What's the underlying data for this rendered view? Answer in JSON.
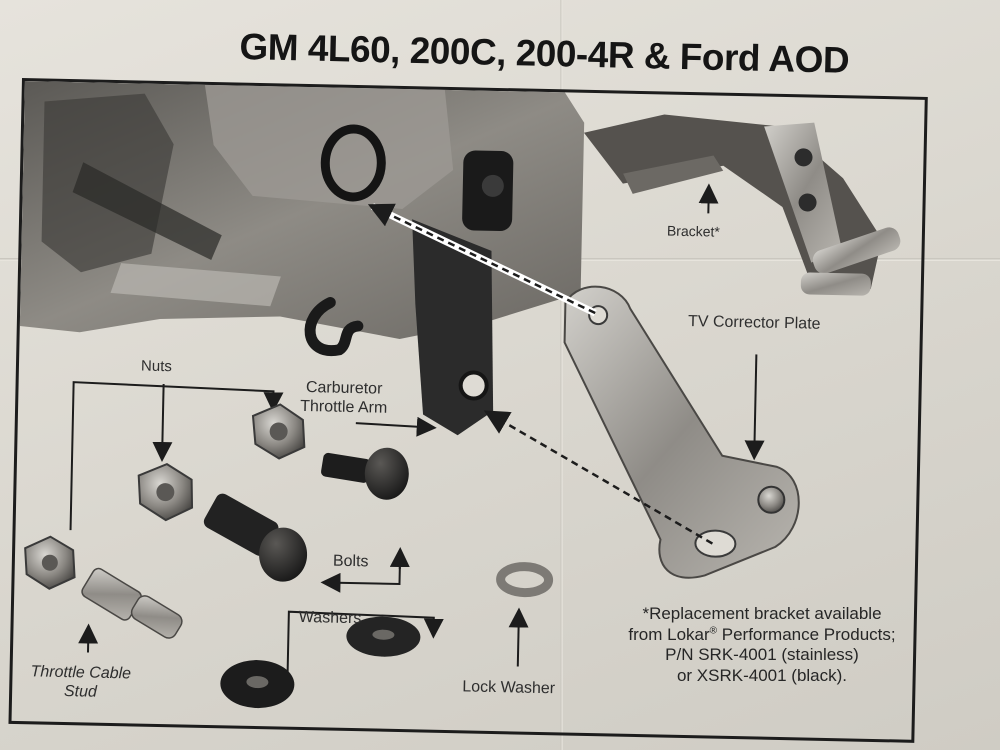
{
  "title": "GM 4L60, 200C, 200-4R & Ford AOD",
  "labels": {
    "bracket": "Bracket*",
    "tv_corrector_plate": "TV Corrector Plate",
    "nuts": "Nuts",
    "carburetor_line1": "Carburetor",
    "carburetor_line2": "Throttle Arm",
    "bolts": "Bolts",
    "washers": "Washers",
    "lock_washer": "Lock Washer",
    "throttle_stud_line1": "Throttle Cable",
    "throttle_stud_line2": "Stud"
  },
  "note": {
    "line1": "*Replacement bracket available",
    "line2_prefix": "from Lokar",
    "line2_reg": "®",
    "line2_suffix": " Performance Products;",
    "line3": "P/N SRK-4001 (stainless)",
    "line4": "or XSRK-4001 (black)."
  },
  "colors": {
    "ink": "#1c1c1c",
    "paper": "#dedbd4",
    "photo_dark": "#2a2a2a",
    "photo_mid": "#7a7772",
    "metal": "#a9a6a0"
  }
}
